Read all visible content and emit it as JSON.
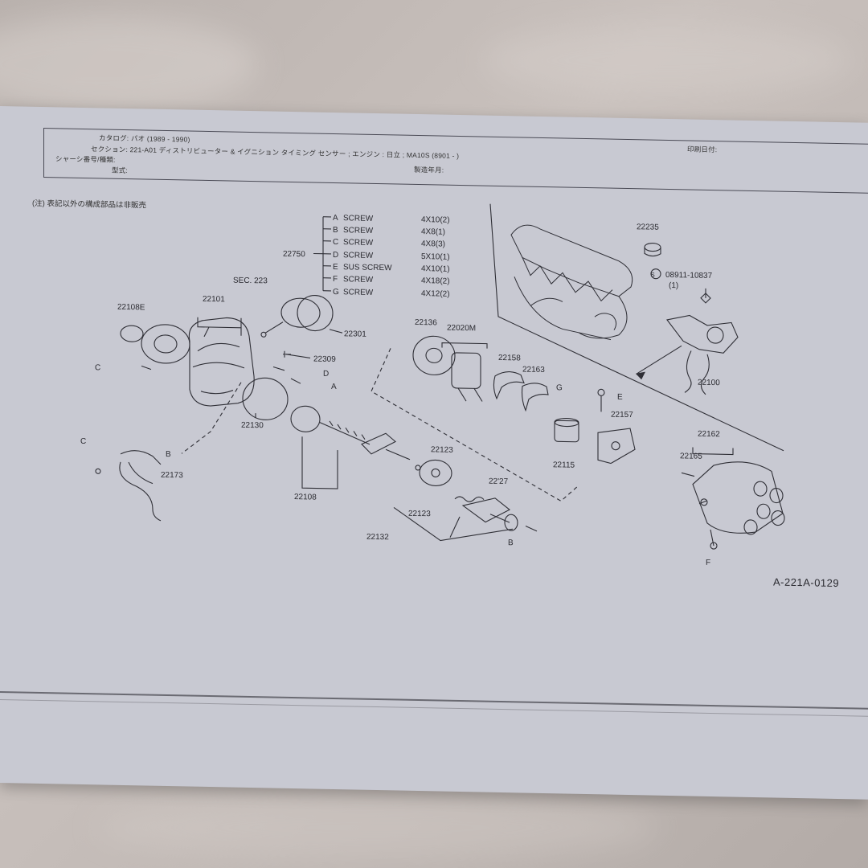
{
  "header": {
    "catalog_label": "カタログ:",
    "catalog_value": "パオ (1989 - 1990)",
    "section_label": "セクション:",
    "section_value": "221-A01 ディストリビューター & イグニション タイミング センサー ; エンジン : 日立 ; MA10S (8901 - )",
    "chassis_label": "シャーシ番号/種類:",
    "model_label": "型式:",
    "print_date_label": "印刷日付:",
    "production_label": "製造年月:"
  },
  "note": "(注) 表記以外の構成部品は非販売",
  "screw_list": [
    {
      "letter": "A",
      "name": "SCREW",
      "size": "4X10(2)"
    },
    {
      "letter": "B",
      "name": "SCREW",
      "size": "4X8(1)"
    },
    {
      "letter": "C",
      "name": "SCREW",
      "size": "4X8(3)"
    },
    {
      "letter": "D",
      "name": "SCREW",
      "size": "5X10(1)"
    },
    {
      "letter": "E",
      "name": "SUS SCREW",
      "size": "4X10(1)"
    },
    {
      "letter": "F",
      "name": "SCREW",
      "size": "4X18(2)"
    },
    {
      "letter": "G",
      "name": "SCREW",
      "size": "4X12(2)"
    }
  ],
  "callouts": {
    "kit": "22750",
    "sec": "SEC. 223",
    "p22108e": "22108E",
    "p22101": "22101",
    "p22301": "22301",
    "p22309": "22309",
    "p22130": "22130",
    "p22108": "22108",
    "p22173": "22173",
    "p22136": "22136",
    "p22020m": "22020M",
    "p22158": "22158",
    "p22163": "22163",
    "p22115": "22115",
    "p22157": "22157",
    "p22123a": "22123",
    "p22123b": "22123",
    "p22127": "22'27",
    "p22132": "22132",
    "p22235": "22235",
    "bolt": "08911-10837",
    "bolt_qty": "(1)",
    "bolt_mark": "S",
    "p22100": "22100",
    "p22162": "22162",
    "p22165": "22165",
    "A": "A",
    "B": "B",
    "C": "C",
    "D": "D",
    "E": "E",
    "F": "F",
    "G": "G"
  },
  "figure_code": "A-221A-0129"
}
